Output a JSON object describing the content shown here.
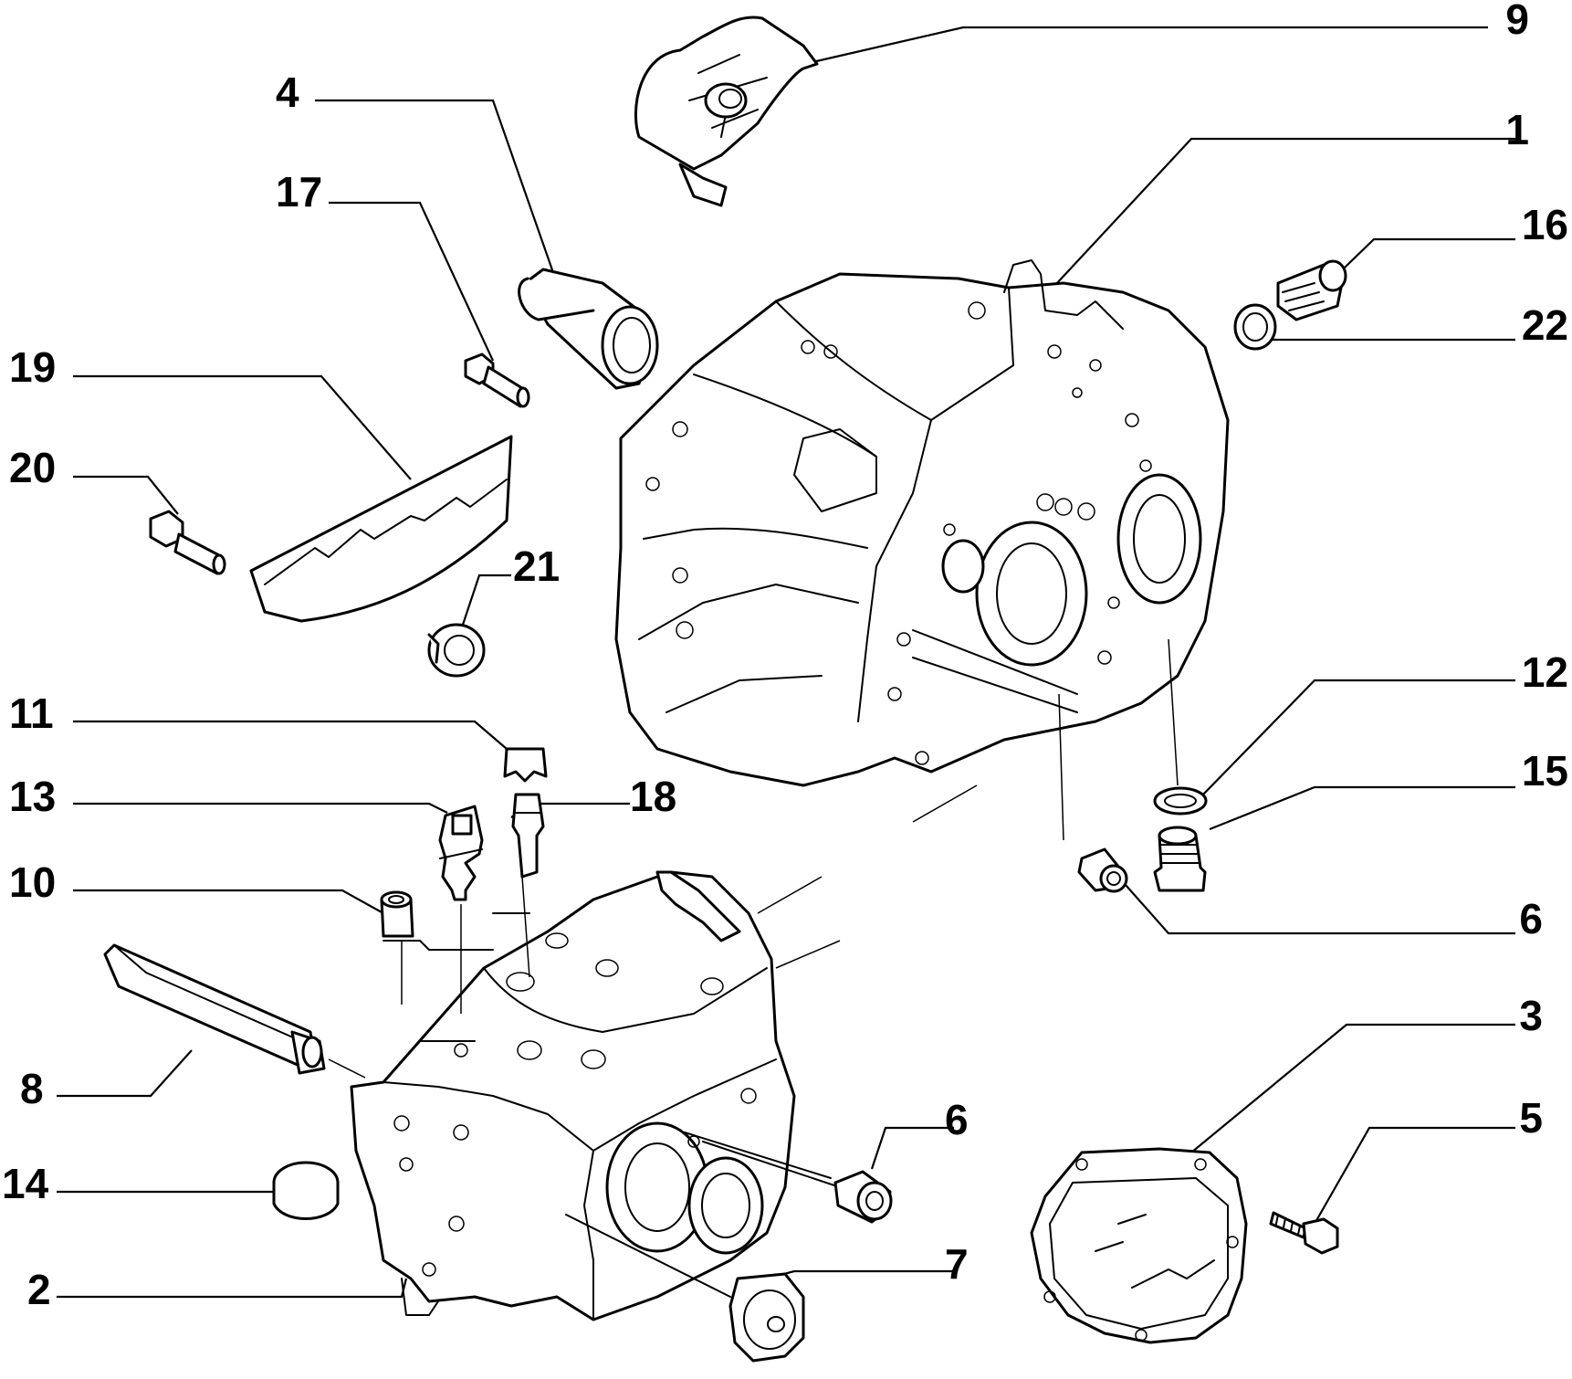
{
  "diagram": {
    "callouts": [
      {
        "id": "9",
        "label": "9"
      },
      {
        "id": "4",
        "label": "4"
      },
      {
        "id": "1",
        "label": "1"
      },
      {
        "id": "17",
        "label": "17"
      },
      {
        "id": "16",
        "label": "16"
      },
      {
        "id": "22",
        "label": "22"
      },
      {
        "id": "19",
        "label": "19"
      },
      {
        "id": "20",
        "label": "20"
      },
      {
        "id": "21",
        "label": "21"
      },
      {
        "id": "12",
        "label": "12"
      },
      {
        "id": "11",
        "label": "11"
      },
      {
        "id": "15",
        "label": "15"
      },
      {
        "id": "13",
        "label": "13"
      },
      {
        "id": "18",
        "label": "18"
      },
      {
        "id": "10",
        "label": "10"
      },
      {
        "id": "6a",
        "label": "6"
      },
      {
        "id": "3",
        "label": "3"
      },
      {
        "id": "8",
        "label": "8"
      },
      {
        "id": "6b",
        "label": "6"
      },
      {
        "id": "5",
        "label": "5"
      },
      {
        "id": "14",
        "label": "14"
      },
      {
        "id": "7",
        "label": "7"
      },
      {
        "id": "2",
        "label": "2"
      }
    ]
  }
}
